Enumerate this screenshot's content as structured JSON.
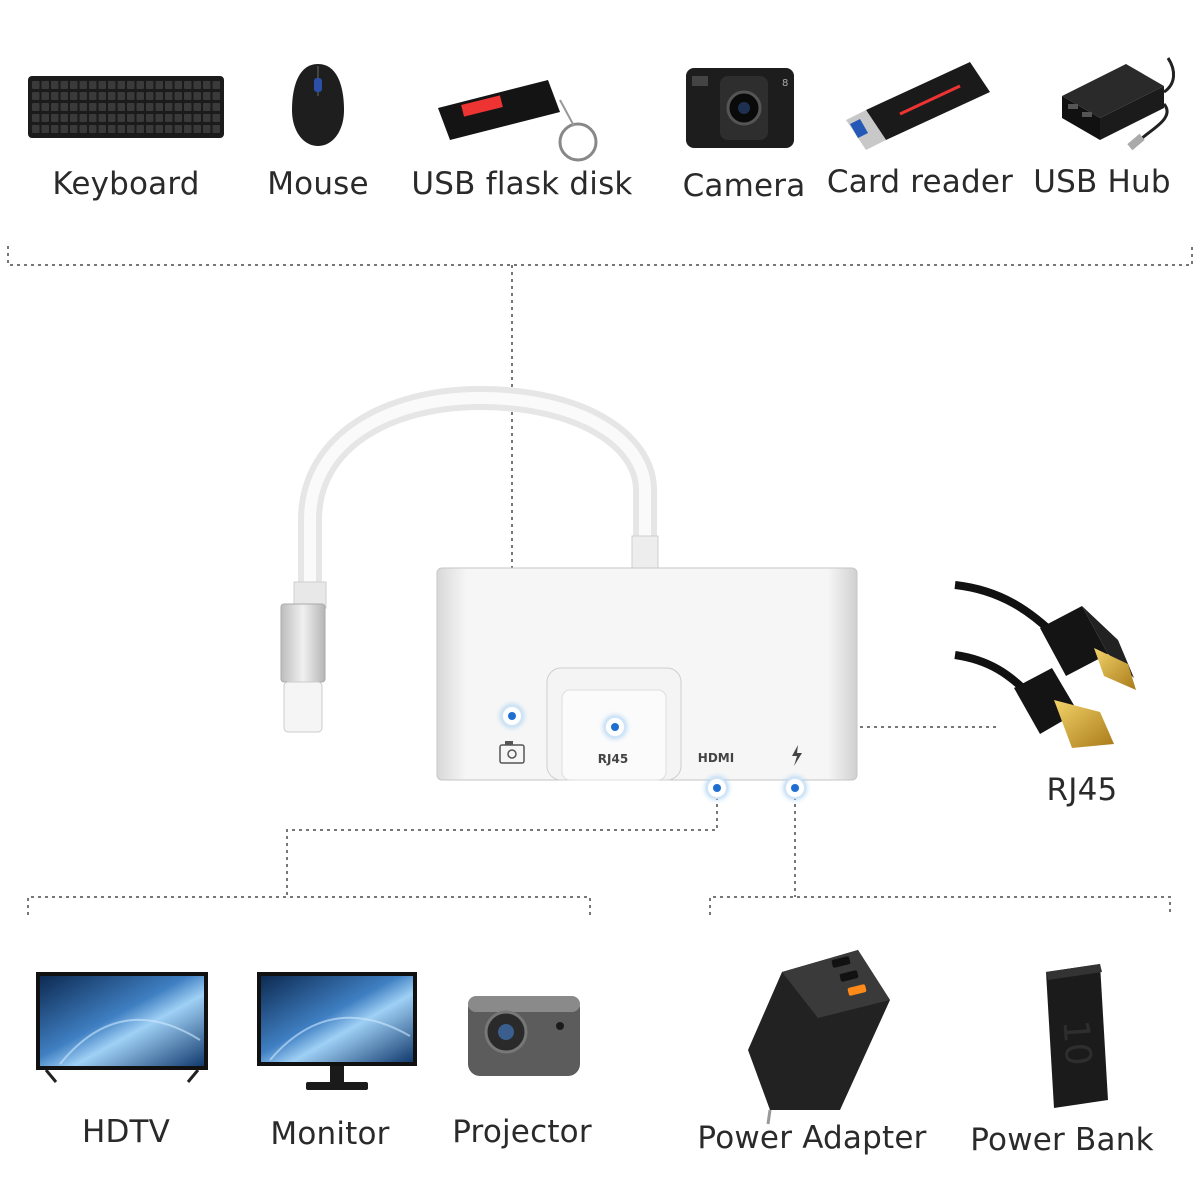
{
  "top_devices": [
    {
      "label": "Keyboard",
      "icon": "keyboard-icon"
    },
    {
      "label": "Mouse",
      "icon": "mouse-icon"
    },
    {
      "label": "USB flask disk",
      "icon": "usb-flash-drive-icon"
    },
    {
      "label": "Camera",
      "icon": "camera-icon"
    },
    {
      "label": "Card reader",
      "icon": "card-reader-icon"
    },
    {
      "label": "USB Hub",
      "icon": "usb-hub-icon"
    }
  ],
  "adapter": {
    "ports": {
      "usb_symbol": "camera-port-icon",
      "rj45": "RJ45",
      "hdmi": "HDMI",
      "power_symbol": "lightning-icon"
    }
  },
  "right_devices": [
    {
      "label": "RJ45",
      "icon": "ethernet-cable-icon"
    }
  ],
  "bottom_left_devices": [
    {
      "label": "HDTV",
      "icon": "tv-icon"
    },
    {
      "label": "Monitor",
      "icon": "monitor-icon"
    },
    {
      "label": "Projector",
      "icon": "projector-icon"
    }
  ],
  "bottom_right_devices": [
    {
      "label": "Power Adapter",
      "icon": "power-adapter-icon"
    },
    {
      "label": "Power Bank",
      "icon": "power-bank-icon"
    }
  ],
  "colors": {
    "connector_dot": "#1e6fd0",
    "dotted_line": "#777777",
    "adapter_body": "#eeeeee"
  }
}
